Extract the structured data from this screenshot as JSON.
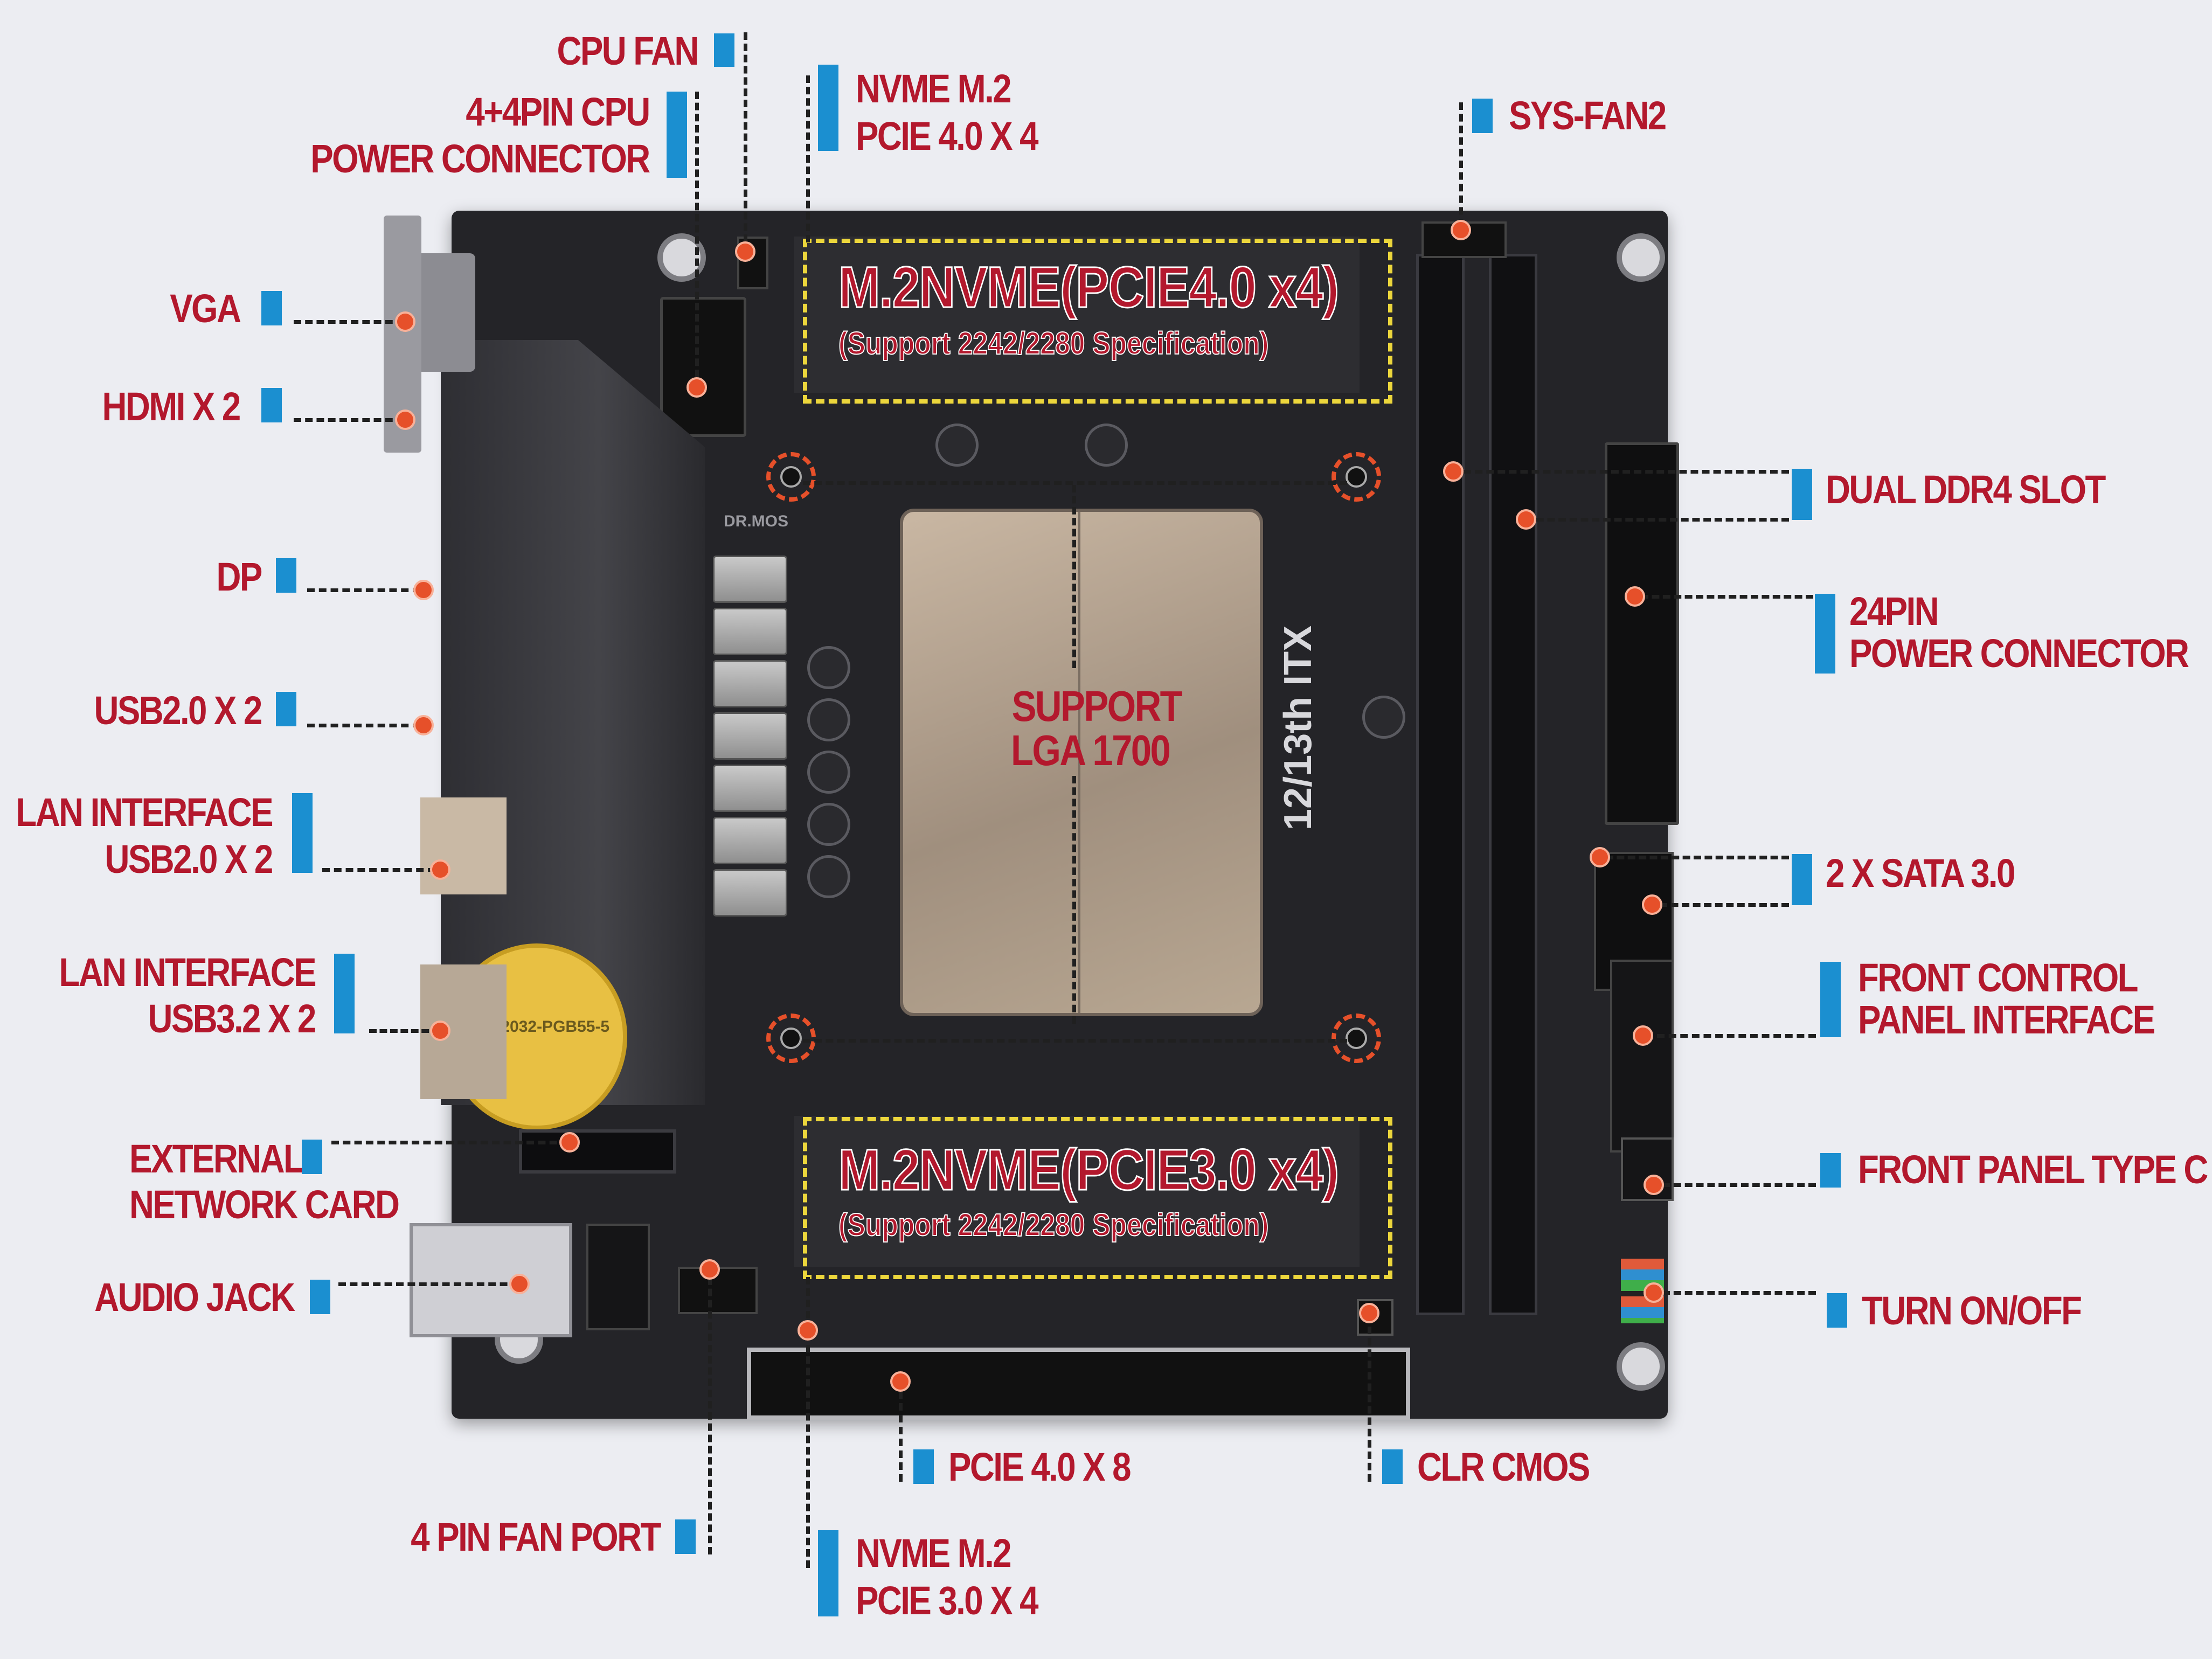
{
  "title": "",
  "callouts": {
    "cpu_fan": "CPU FAN",
    "cpu_power_1": "4+4PIN CPU",
    "cpu_power_2": "POWER CONNECTOR",
    "nvme_top_1": "NVME M.2",
    "nvme_top_2": "PCIE 4.0 X 4",
    "sys_fan2": "SYS-FAN2",
    "vga": "VGA",
    "hdmi": "HDMI X 2",
    "dp": "DP",
    "usb20": "USB2.0 X 2",
    "lan1_1": "LAN INTERFACE",
    "lan1_2": "USB2.0 X 2",
    "lan2_1": "LAN INTERFACE",
    "lan2_2": "USB3.2 X 2",
    "ext_nic_1": "EXTERNAL",
    "ext_nic_2": "NETWORK CARD",
    "audio": "AUDIO JACK",
    "fan4": "4 PIN FAN PORT",
    "nvme_bot_1": "NVME M.2",
    "nvme_bot_2": "PCIE 3.0 X 4",
    "pcie": "PCIE 4.0 X 8",
    "clr_cmos": "CLR CMOS",
    "ddr4": "DUAL DDR4 SLOT",
    "atx24_1": "24PIN",
    "atx24_2": "POWER CONNECTOR",
    "sata": "2 X SATA 3.0",
    "fpanel_1": "FRONT CONTROL",
    "fpanel_2": "PANEL INTERFACE",
    "typec": "FRONT PANEL TYPE C",
    "power_sw": "TURN ON/OFF"
  },
  "board": {
    "m2_top_title": "M.2NVME(PCIE4.0 x4)",
    "m2_top_sub": "(Support 2242/2280 Specification)",
    "m2_bot_title": "M.2NVME(PCIE3.0 x4)",
    "m2_bot_sub": "(Support 2242/2280 Specification)",
    "socket_1": "SUPPORT",
    "socket_2": "LGA 1700",
    "model": "12/13th ITX",
    "drmos": "DR.MOS",
    "battery": "CR2032-PGB55-5"
  },
  "colors": {
    "label": "#b3182d",
    "marker": "#1b8fd0",
    "dot": "#e6502a",
    "highlight": "#ecd63c"
  }
}
